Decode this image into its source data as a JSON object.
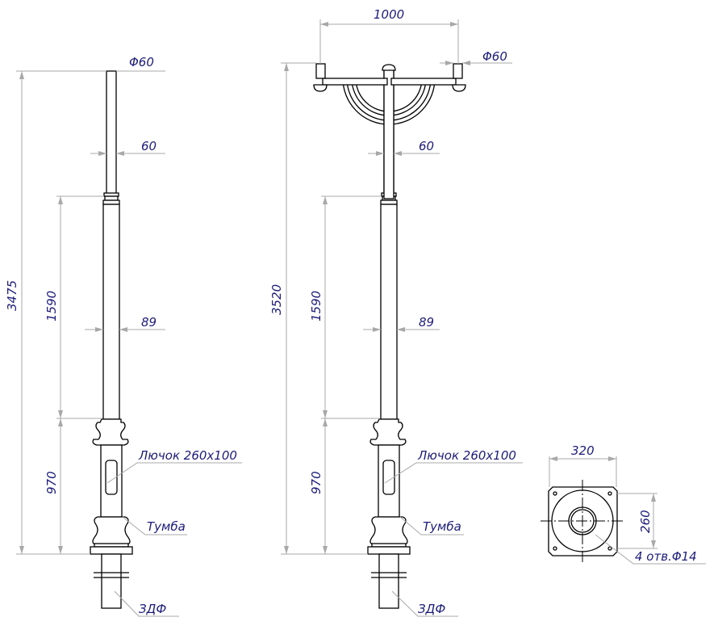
{
  "labels": {
    "height_left": "3475",
    "height_right": "3520",
    "upper_section": "1590",
    "lower_section": "970",
    "top_diameter": "Φ60",
    "tube_60": "60",
    "tube_89": "89",
    "arm_span": "1000",
    "hatch": "Лючок  260x100",
    "base": "Тумба",
    "foundation": "ЗДФ",
    "plate_width": "320",
    "hole_spacing": "260",
    "holes": "4  отв.Φ14"
  },
  "colors": {
    "text": "#1c1c7a",
    "dimension_lines": "#a8a8a8",
    "outline": "#000000"
  }
}
